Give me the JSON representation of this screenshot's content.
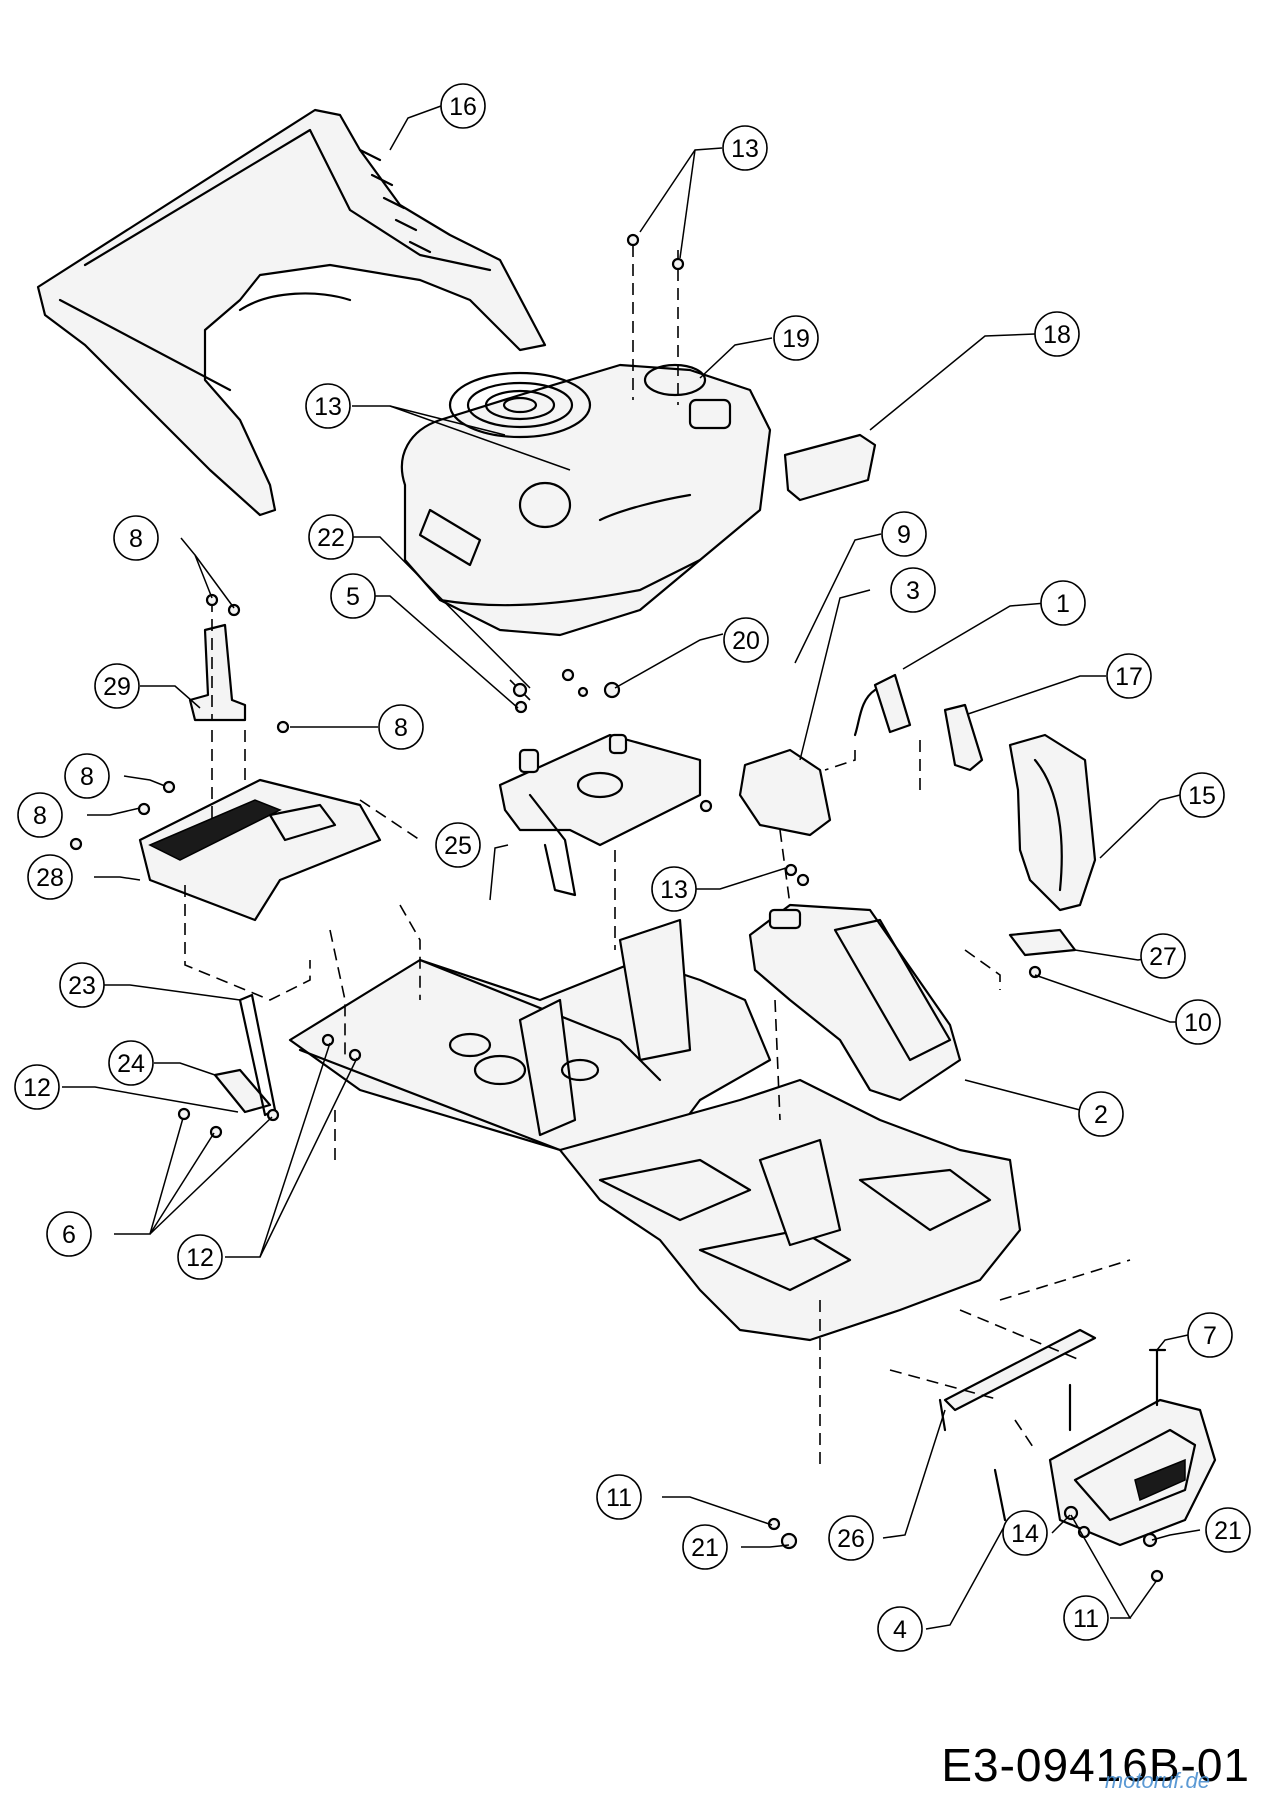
{
  "drawing_code": "E3-09416B-01",
  "watermark": "motoruf.de",
  "callouts": [
    "1",
    "2",
    "3",
    "4",
    "5",
    "6",
    "7",
    "8",
    "9",
    "10",
    "11",
    "12",
    "13",
    "14",
    "15",
    "16",
    "17",
    "18",
    "19",
    "20",
    "21",
    "22",
    "23",
    "24",
    "25",
    "26",
    "27",
    "28",
    "29"
  ]
}
